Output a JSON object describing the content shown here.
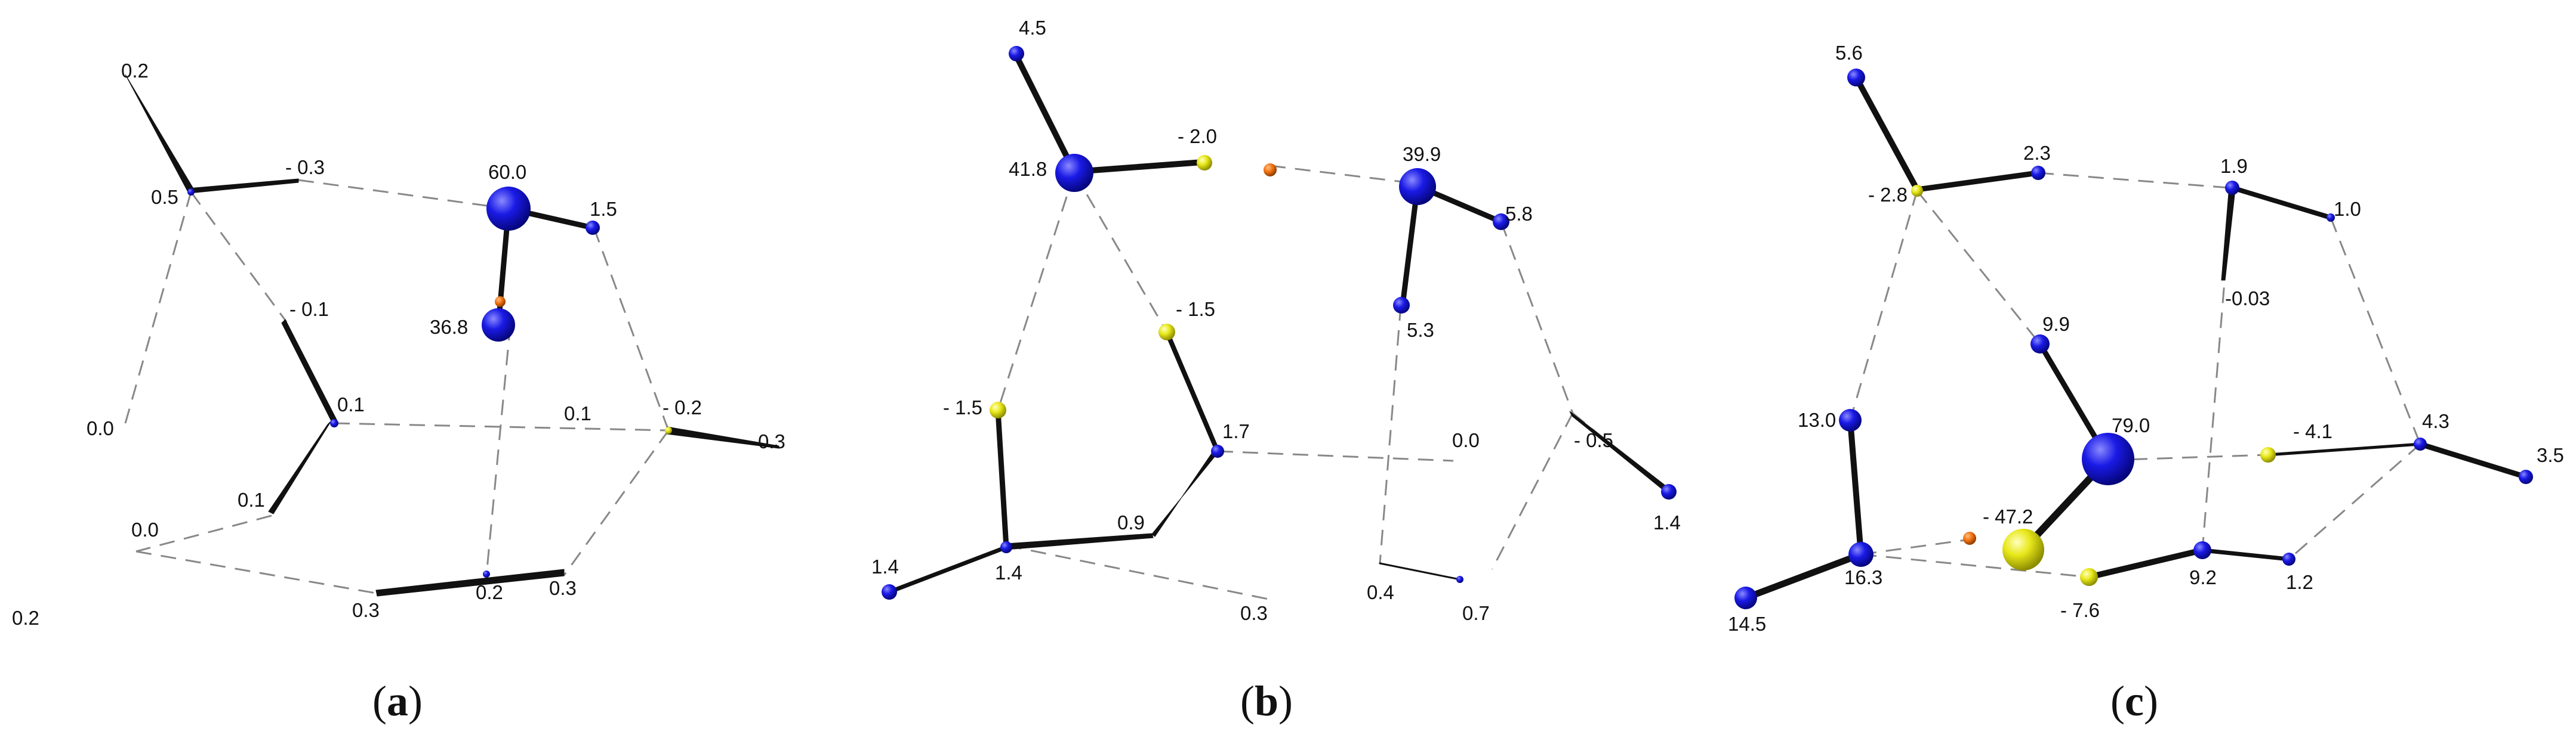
{
  "colors": {
    "blue_atom": "#1a1ae6",
    "yellow_atom": "#e8e81a",
    "orange_point": "#f07010",
    "bond": "#111111",
    "contact": "#888888"
  },
  "panels": [
    {
      "caption": {
        "open": "(",
        "letter": "a",
        "close": ")"
      },
      "atom_values": [
        "0.2",
        "0.5",
        "- 0.3",
        "60.0",
        "1.5",
        "36.8",
        "- 0.1",
        "0.1",
        "0.1",
        "- 0.2",
        "0.3",
        "0.0",
        "0.1",
        "0.0",
        "0.3",
        "0.2",
        "0.3",
        "0.2"
      ]
    },
    {
      "caption": {
        "open": "(",
        "letter": "b",
        "close": ")"
      },
      "atom_values": [
        "4.5",
        "41.8",
        "- 2.0",
        "39.9",
        "5.8",
        "- 1.5",
        "5.3",
        "- 1.5",
        "1.7",
        "0.0",
        "- 0.5",
        "1.4",
        "0.9",
        "1.4",
        "1.4",
        "0.3",
        "0.4",
        "0.7"
      ]
    },
    {
      "caption": {
        "open": "(",
        "letter": "c",
        "close": ")"
      },
      "atom_values": [
        "5.6",
        "- 2.8",
        "2.3",
        "1.9",
        "1.0",
        "-0.03",
        "9.9",
        "79.0",
        "- 4.1",
        "4.3",
        "3.5",
        "13.0",
        "- 47.2",
        "16.3",
        "14.5",
        "- 7.6",
        "9.2",
        "1.2"
      ]
    }
  ]
}
